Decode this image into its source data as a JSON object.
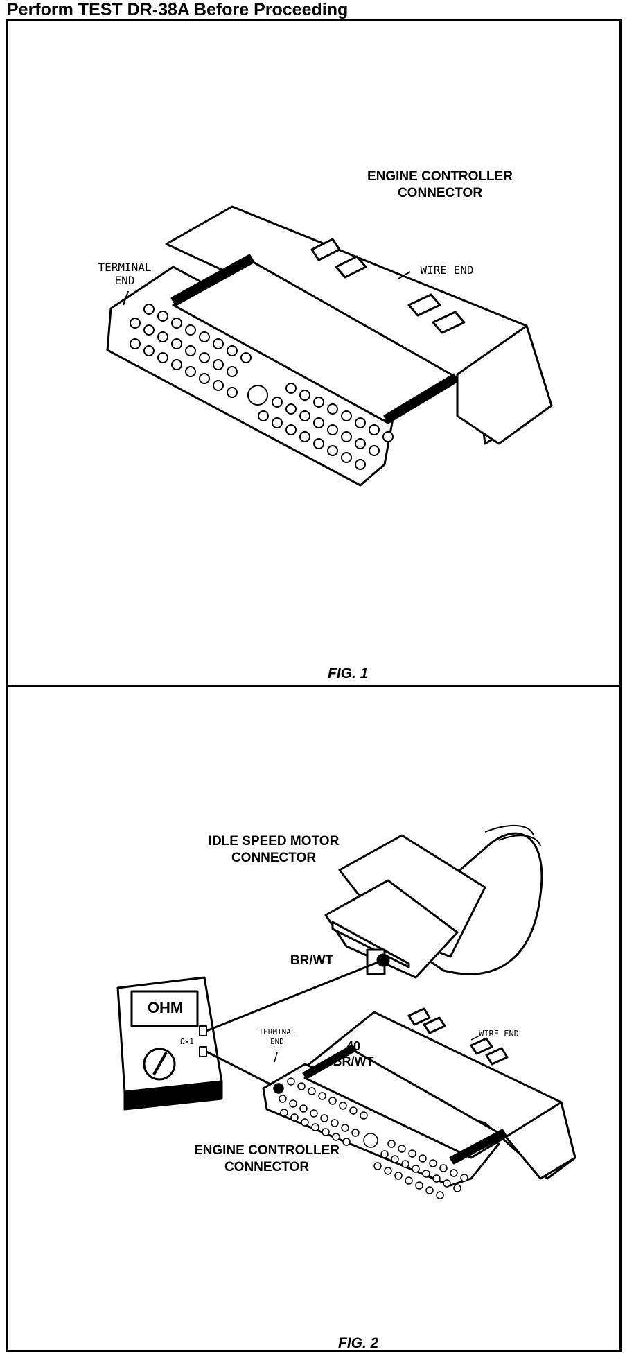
{
  "header": {
    "text": "Perform TEST DR-38A Before Proceeding"
  },
  "fig1": {
    "caption": "FIG. 1",
    "connector_label_1": "ENGINE CONTROLLER",
    "connector_label_2": "CONNECTOR",
    "terminal_label_1": "TERMINAL",
    "terminal_label_2": "END",
    "wire_label": "WIRE END"
  },
  "fig2": {
    "caption": "FIG. 2",
    "ism_label_1": "IDLE SPEED MOTOR",
    "ism_label_2": "CONNECTOR",
    "wire_color_label": "BR/WT",
    "meter_display": "OHM",
    "meter_range": "Ω×1",
    "terminal_label_1": "TERMINAL",
    "terminal_label_2": "END",
    "wire_label": "WIRE END",
    "pin_number": "40",
    "pin_wire_color": "BR/WT",
    "connector_label_1": "ENGINE CONTROLLER",
    "connector_label_2": "CONNECTOR"
  }
}
